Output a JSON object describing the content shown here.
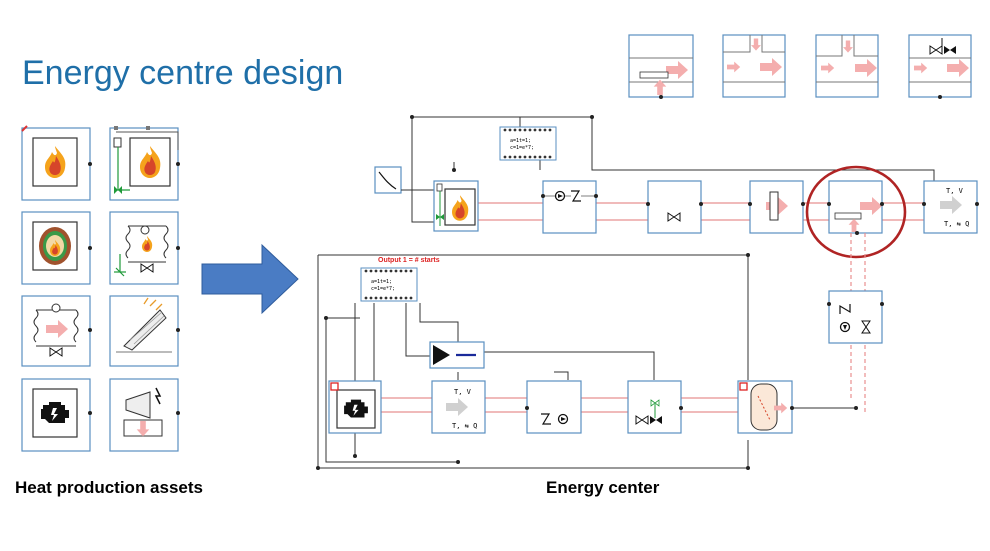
{
  "title": "Energy centre design",
  "captions": {
    "left": "Heat production assets",
    "right": "Energy center"
  },
  "annotations": {
    "output_label": "Output 1 = # starts",
    "block1_line1": "a=1t=1;",
    "block1_line2": "c=1=e*7;",
    "block2_line1": "a=1t=1;",
    "block2_line2": "c=1=e*7;",
    "sensor_top_tv": "T, V",
    "sensor_top_tq": "T, ⇆ Q",
    "sensor_bottom_tv": "T, V",
    "sensor_bottom_tq": "T, ⇆ Q"
  },
  "colors": {
    "title": "#1f6fa8",
    "box_border": "#5a8fc0",
    "wire": "#333333",
    "flow_red": "#e89090",
    "flow_arrow": "#f4aeae",
    "highlight_circle": "#b02424",
    "big_arrow": "#4a7cc4",
    "flame_orange": "#f5a31c",
    "flame_red": "#d6452a",
    "valve_green": "#1f9a3a"
  }
}
